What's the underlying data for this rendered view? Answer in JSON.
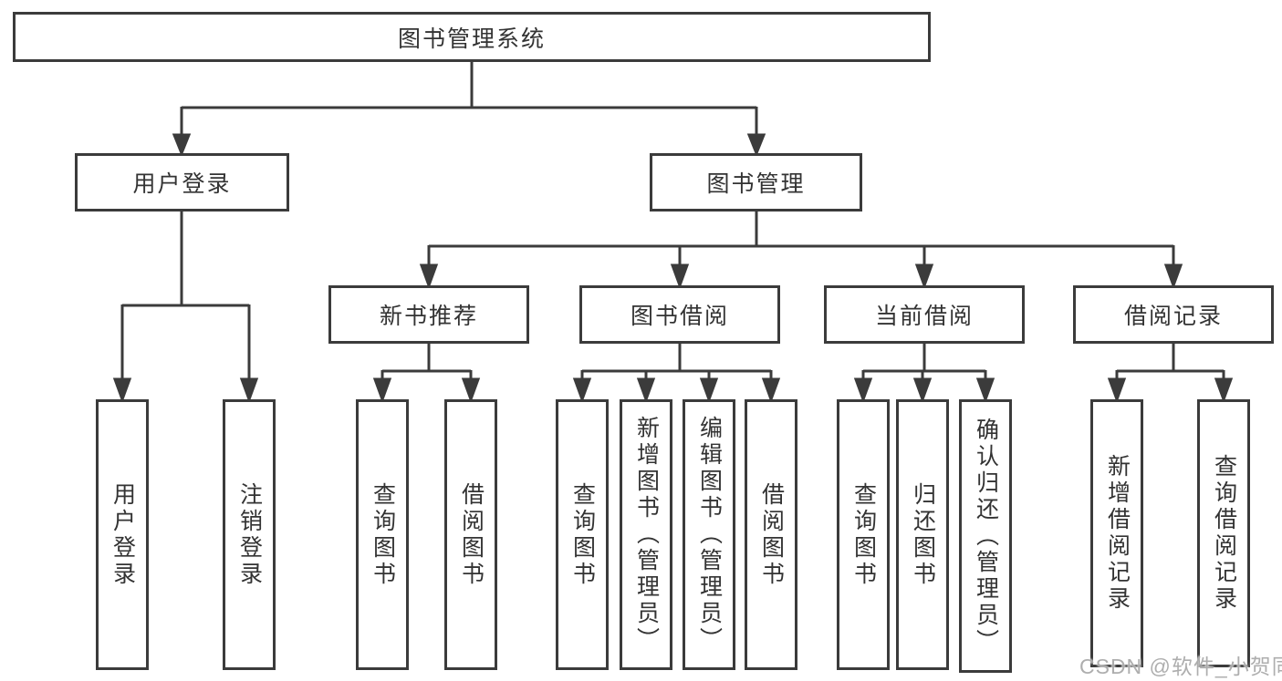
{
  "diagram": {
    "root": {
      "label": "图书管理系统"
    },
    "level1": [
      {
        "label": "用户登录"
      },
      {
        "label": "图书管理"
      }
    ],
    "level2": [
      {
        "label": "新书推荐"
      },
      {
        "label": "图书借阅"
      },
      {
        "label": "当前借阅"
      },
      {
        "label": "借阅记录"
      }
    ],
    "leaves": {
      "user_login": [
        "用户登录",
        "注销登录"
      ],
      "new_book": [
        "查询图书",
        "借阅图书"
      ],
      "book_borrow": [
        "查询图书",
        "新增图书（管理员）",
        "编辑图书（管理员）",
        "借阅图书"
      ],
      "current_borrow": [
        "查询图书",
        "归还图书",
        "确认归还（管理员）"
      ],
      "borrow_records": [
        "新增借阅记录",
        "查询借阅记录"
      ]
    }
  },
  "watermark": "CSDN @软件_小贺同学",
  "colors": {
    "line": "#3b3b3b",
    "text": "#333333",
    "watermark": "#a5a5a5",
    "background": "#ffffff"
  }
}
